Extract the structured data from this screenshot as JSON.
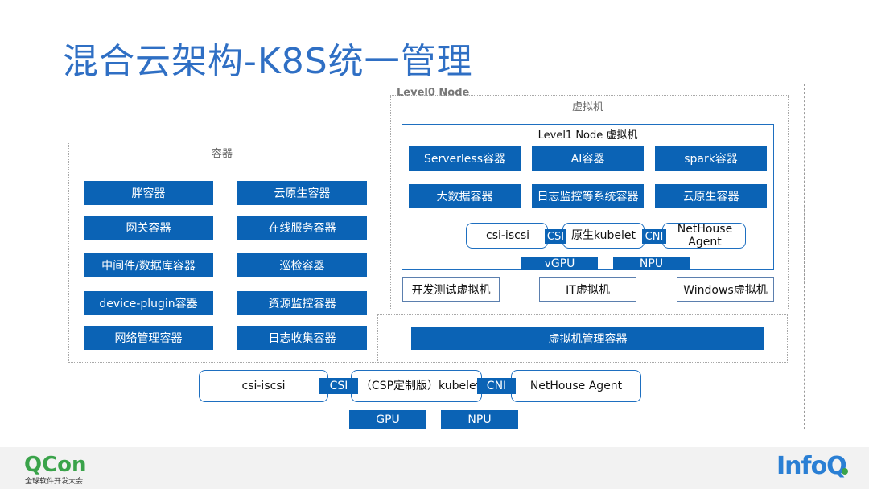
{
  "title": "混合云架构-K8S统一管理",
  "level0_label": "Level0 Node",
  "vm_label": "虚拟机",
  "container_label": "容器",
  "level1_label": "Level1 Node 虚拟机",
  "left_containers": [
    "胖容器",
    "云原生容器",
    "网关容器",
    "在线服务容器",
    "中间件/数据库容器",
    "巡检容器",
    "device-plugin容器",
    "资源监控容器",
    "网络管理容器",
    "日志收集容器"
  ],
  "level1_containers": [
    "Serverless容器",
    "AI容器",
    "spark容器",
    "大数据容器",
    "日志监控等系统容器",
    "云原生容器"
  ],
  "level1_runtime": {
    "csi_box": "csi-iscsi",
    "csi_tag": "CSI",
    "kubelet_box": "原生kubelet",
    "cni_tag": "CNI",
    "nethouse_box": "NetHouse Agent",
    "vgpu": "vGPU",
    "npu": "NPU"
  },
  "vm_types": [
    "开发测试虚拟机",
    "IT虚拟机",
    "Windows虚拟机"
  ],
  "vm_mgmt_container": "虚拟机管理容器",
  "host_runtime": {
    "csi_box": "csi-iscsi",
    "csi_tag": "CSI",
    "kubelet_box": "（CSP定制版）kubelet",
    "cni_tag": "CNI",
    "nethouse_box": "NetHouse Agent",
    "gpu": "GPU",
    "npu": "NPU"
  },
  "footer": {
    "qcon_logo": "QCon",
    "qcon_sub": "全球软件开发大会",
    "infoq_logo": "InfoQ"
  },
  "colors": {
    "title": "#2f6fc4",
    "box_blue": "#0b63b5",
    "qcon_green": "#3aa34a",
    "infoq_blue": "#2a7fd4"
  }
}
